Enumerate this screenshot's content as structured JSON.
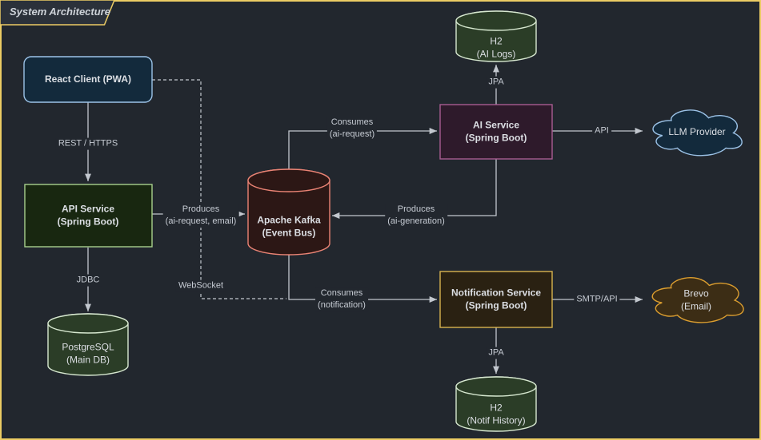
{
  "diagram_title": "System Architecture",
  "nodes": {
    "react_client": {
      "label": "React Client (PWA)",
      "shape": "rounded-rect"
    },
    "api_service": {
      "line1": "API Service",
      "line2": "(Spring Boot)",
      "shape": "rect"
    },
    "postgresql": {
      "line1": "PostgreSQL",
      "line2": "(Main DB)",
      "shape": "cylinder"
    },
    "kafka": {
      "line1": "Apache Kafka",
      "line2": "(Event Bus)",
      "shape": "cylinder"
    },
    "ai_service": {
      "line1": "AI Service",
      "line2": "(Spring Boot)",
      "shape": "rect"
    },
    "h2_ai_logs": {
      "line1": "H2",
      "line2": "(AI Logs)",
      "shape": "cylinder"
    },
    "llm_provider": {
      "label": "LLM Provider",
      "shape": "cloud"
    },
    "notification_service": {
      "line1": "Notification Service",
      "line2": "(Spring Boot)",
      "shape": "rect"
    },
    "brevo": {
      "line1": "Brevo",
      "line2": "(Email)",
      "shape": "cloud"
    },
    "h2_notif_history": {
      "line1": "H2",
      "line2": "(Notif History)",
      "shape": "cylinder"
    }
  },
  "edges": {
    "rest_https": {
      "label": "REST / HTTPS"
    },
    "jdbc": {
      "label": "JDBC"
    },
    "produces_ai_request_email": {
      "line1": "Produces",
      "line2": "(ai-request, email)"
    },
    "websocket": {
      "label": "WebSocket"
    },
    "consumes_ai_request": {
      "line1": "Consumes",
      "line2": "(ai-request)"
    },
    "produces_ai_generation": {
      "line1": "Produces",
      "line2": "(ai-generation)"
    },
    "jpa_ai_logs": {
      "label": "JPA"
    },
    "api": {
      "label": "API"
    },
    "consumes_notification": {
      "line1": "Consumes",
      "line2": "(notification)"
    },
    "smtp_api": {
      "label": "SMTP/API"
    },
    "jpa_notif_history": {
      "label": "JPA"
    }
  },
  "colors": {
    "background": "#22272e",
    "frame_border": "#eccc64",
    "tab_fill": "#2b313a",
    "title_text": "#ced3d9",
    "line": "#c2c7ce",
    "edge_label_text": "#c6cbd3",
    "node_text": "#dcdfe4",
    "react_fill": "#132a3c",
    "react_stroke": "#9cc3e8",
    "api_fill": "#182710",
    "api_stroke": "#a8d08d",
    "db_fill": "#2b3d27",
    "db_stroke": "#d7e8d0",
    "kafka_fill": "#2c1715",
    "kafka_stroke": "#ea8374",
    "ai_fill": "#2e1a2b",
    "ai_stroke": "#a85c92",
    "notif_fill": "#2a2112",
    "notif_stroke": "#d8b34f",
    "llm_fill": "#132a3c",
    "llm_stroke": "#9cc3e8",
    "brevo_fill": "#3c2d15",
    "brevo_stroke": "#dc9e2f"
  }
}
